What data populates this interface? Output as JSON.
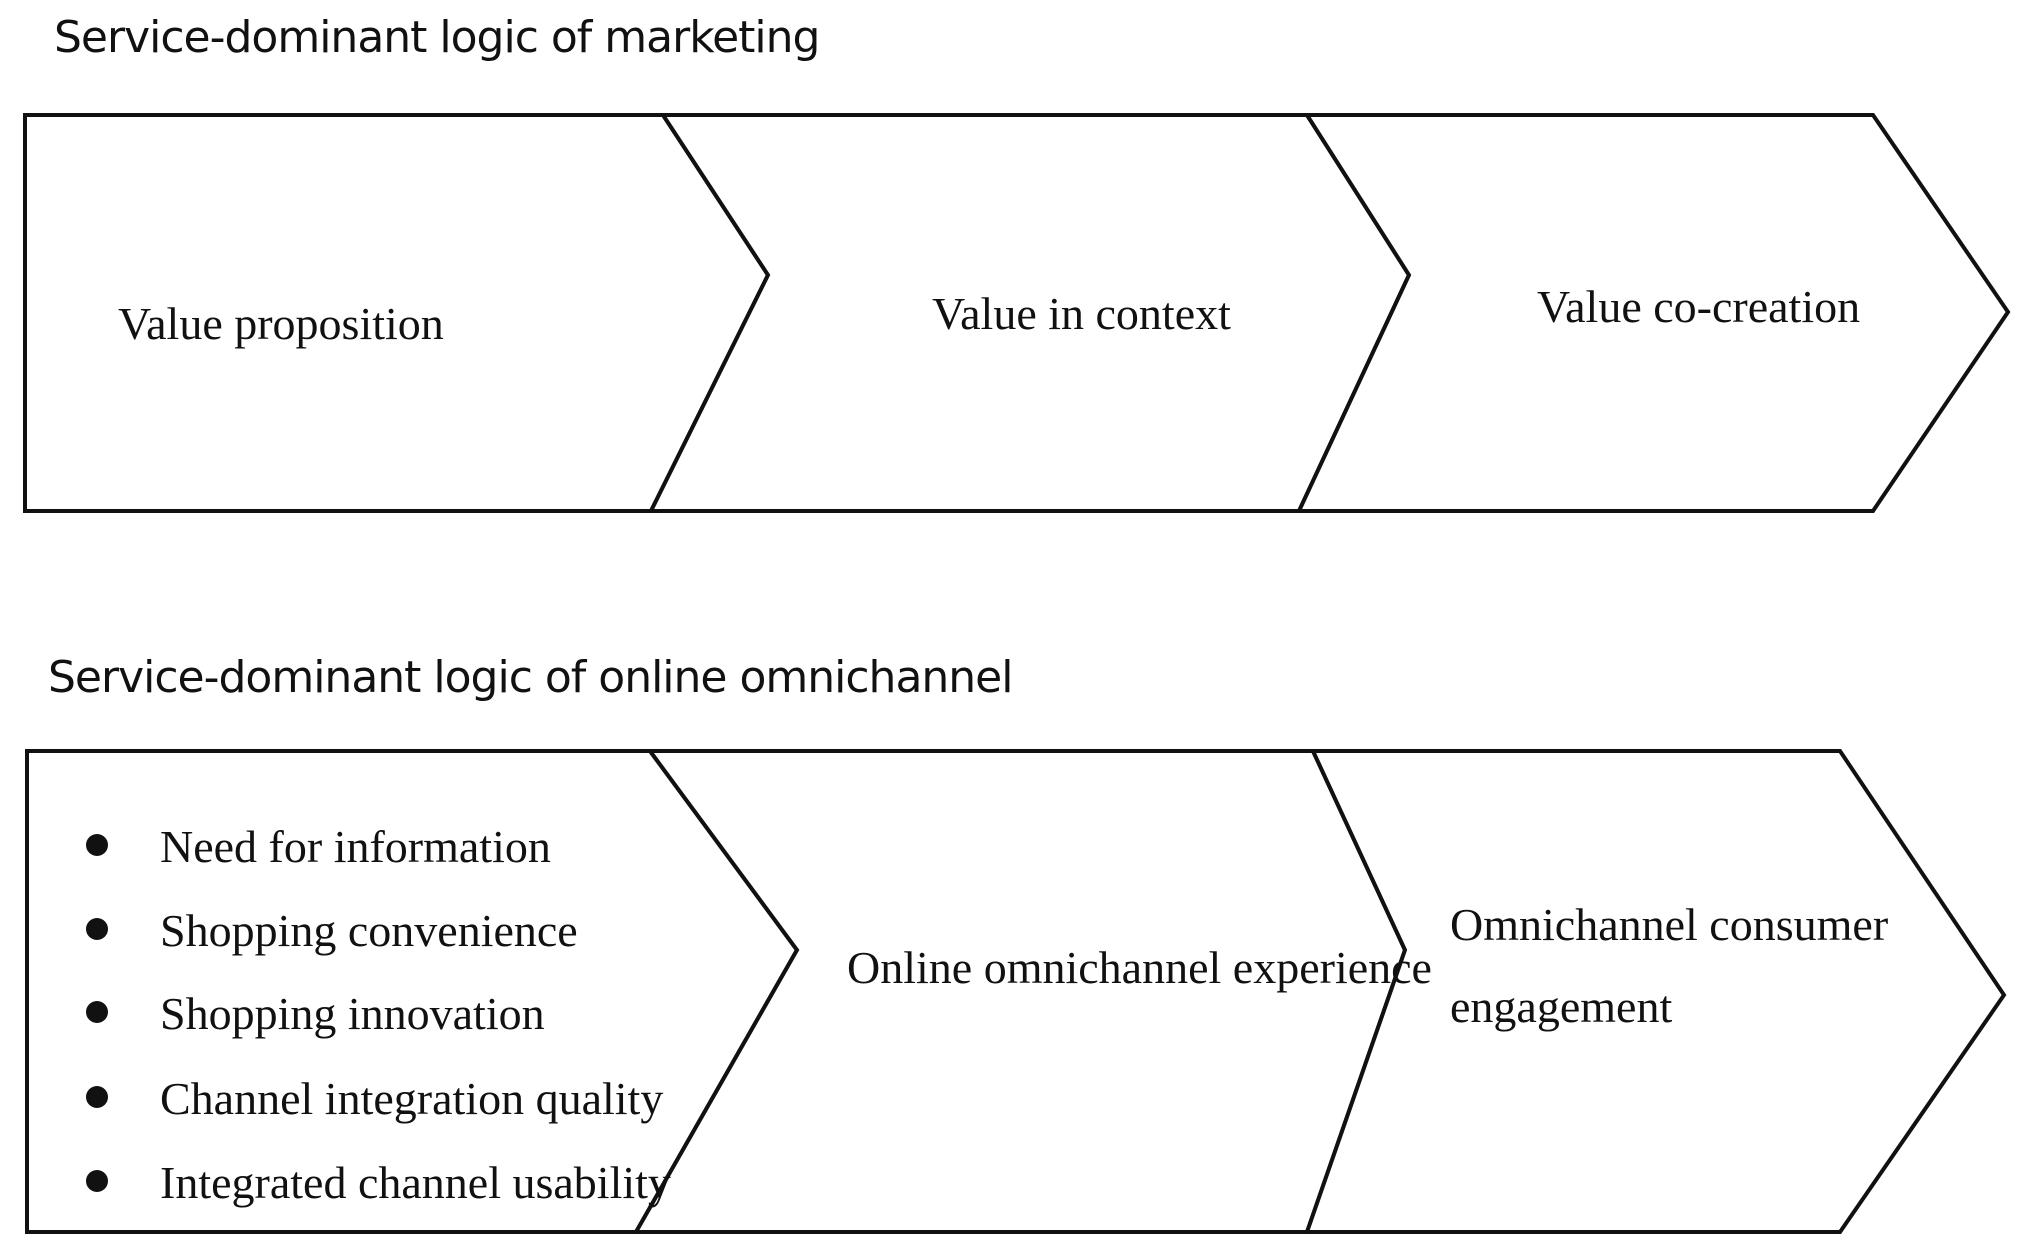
{
  "diagram": {
    "top": {
      "title": "Service-dominant logic of marketing",
      "steps": [
        "Value proposition",
        "Value in context",
        "Value co-creation"
      ]
    },
    "bottom": {
      "title": "Service-dominant logic of online omnichannel",
      "step1_items": [
        "Need for information",
        "Shopping convenience",
        "Shopping innovation",
        "Channel integration  quality",
        "Integrated  channel usability"
      ],
      "step2": "Online omnichannel  experience",
      "step3_lines": [
        "Omnichannel consumer",
        "engagement"
      ]
    }
  }
}
